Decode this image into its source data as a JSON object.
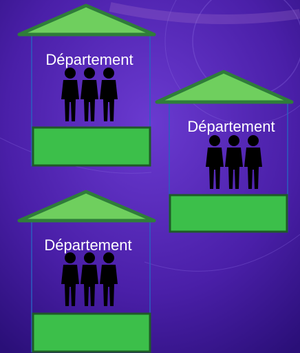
{
  "colors": {
    "background": "#4a1fa8",
    "roof": "#6fcf5e",
    "roof_stroke": "#2f7d3a",
    "base": "#3cbf4a",
    "base_stroke": "#1f5a28",
    "frame": "#2a5fc0",
    "people": "#000000",
    "label": "#ffffff"
  },
  "departments": [
    {
      "label": "Département",
      "people_icon": "group-of-three-people-icon"
    },
    {
      "label": "Département",
      "people_icon": "group-of-three-people-icon"
    },
    {
      "label": "Département",
      "people_icon": "group-of-three-people-icon"
    }
  ]
}
